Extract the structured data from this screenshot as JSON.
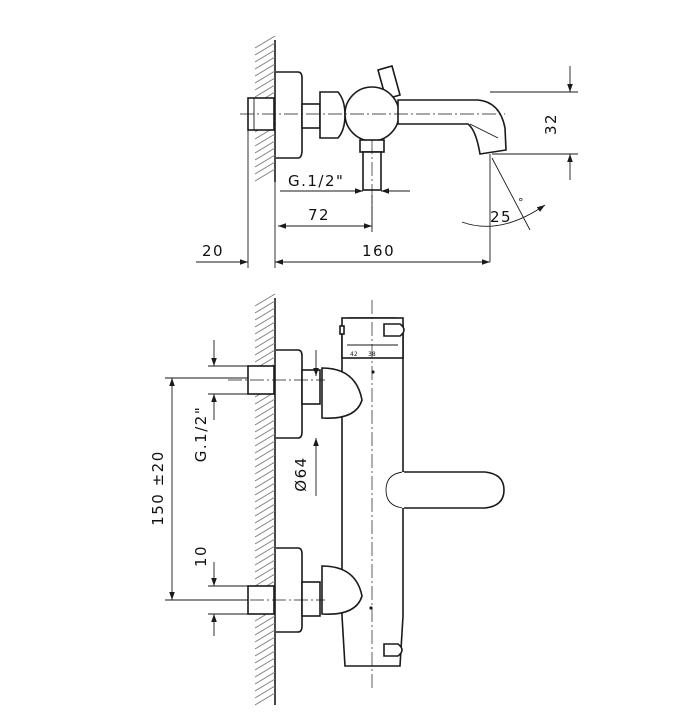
{
  "dimensions": {
    "wall": "20",
    "total_depth": "160",
    "inlet_offset": "72",
    "spout_height": "32",
    "spout_angle": "25",
    "degree_mark": "°",
    "thread_top": "G.1/2\"",
    "thread_front": "G.1/2\"",
    "rosette_diameter": "Ø64",
    "center_distance": "150 ±20",
    "adjust": "10"
  },
  "dial_marks": [
    "42",
    "38"
  ]
}
